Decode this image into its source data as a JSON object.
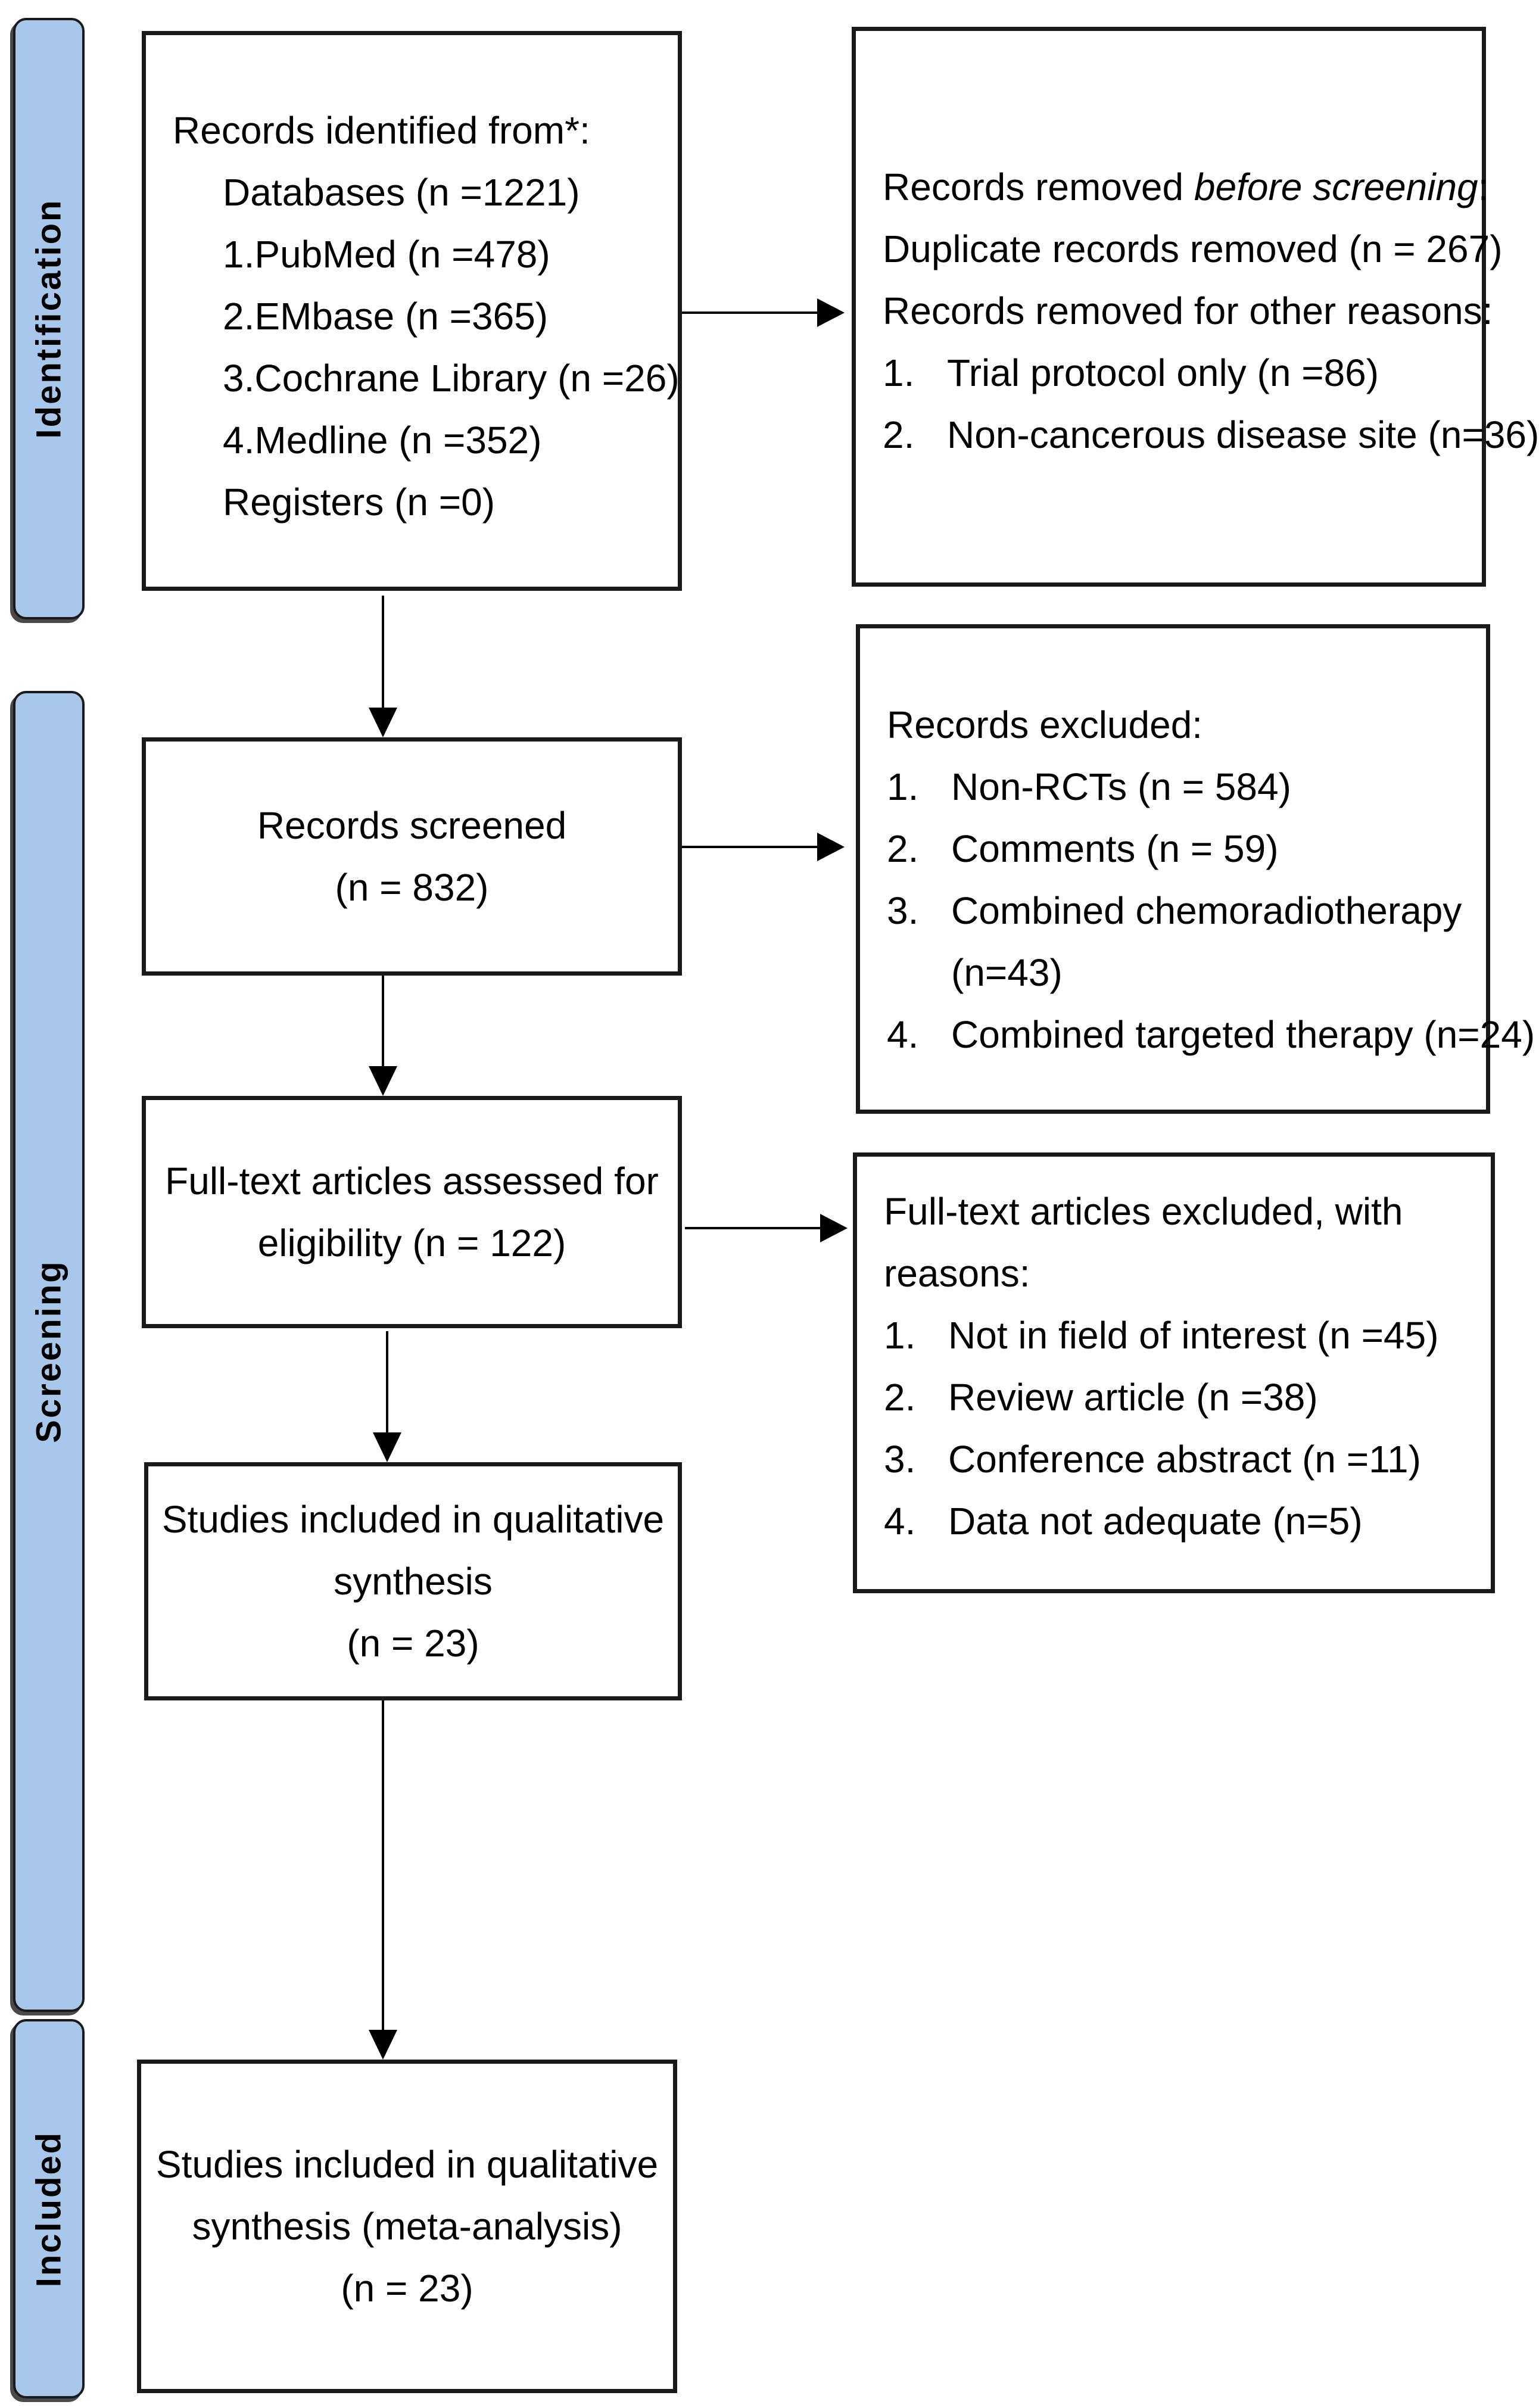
{
  "phases": {
    "identification": "Identification",
    "screening": "Screening",
    "included": "Included"
  },
  "identified": {
    "heading": "Records identified from*:",
    "lines": [
      "Databases (n =1221)",
      "1.PubMed (n =478)",
      "2.EMbase (n =365)",
      "3.Cochrane Library (n =26)",
      "4.Medline (n =352)",
      "Registers (n =0)"
    ]
  },
  "removed": {
    "heading_prefix": "Records removed ",
    "heading_em": "before screening",
    "heading_suffix": ":",
    "line1": "Duplicate records removed (n = 267)",
    "line2": "Records removed for other reasons:",
    "items": [
      {
        "num": "1.",
        "text": "Trial protocol only (n =86)"
      },
      {
        "num": "2.",
        "text": "Non-cancerous disease site (n=36)"
      }
    ]
  },
  "screened": {
    "title": "Records screened",
    "count": "(n = 832)"
  },
  "excluded": {
    "heading": "Records excluded:",
    "items": [
      {
        "num": "1.",
        "text": "Non-RCTs (n = 584)"
      },
      {
        "num": "2.",
        "text": "Comments (n = 59)"
      },
      {
        "num": "3.",
        "text": "Combined chemoradiotherapy",
        "cont": "(n=43)"
      },
      {
        "num": "4.",
        "text": "Combined targeted therapy (n=24)"
      }
    ]
  },
  "fulltext": {
    "line1": "Full-text articles assessed for",
    "line2": "eligibility (n = 122)"
  },
  "ft_excluded": {
    "heading1": "Full-text articles excluded, with",
    "heading2": "reasons:",
    "items": [
      {
        "num": "1.",
        "text": "Not in field of interest (n =45)"
      },
      {
        "num": "2.",
        "text": "Review article (n =38)"
      },
      {
        "num": "3.",
        "text": "Conference abstract (n =11)"
      },
      {
        "num": "4.",
        "text": "Data not adequate (n=5)"
      }
    ]
  },
  "qualitative": {
    "line1": "Studies included in qualitative",
    "line2": "synthesis",
    "count": "(n = 23)"
  },
  "meta": {
    "line1": "Studies included in qualitative",
    "line2": "synthesis (meta-analysis)",
    "count": "(n = 23)"
  }
}
